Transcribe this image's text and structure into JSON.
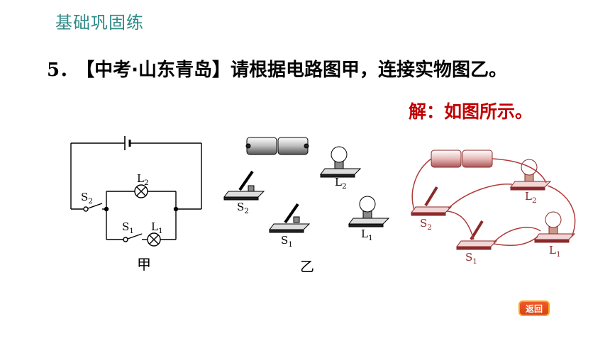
{
  "header": {
    "section_title": "基础巩固练"
  },
  "question": {
    "number": "5．",
    "text": "【中考·山东青岛】请根据电路图甲，连接实物图乙。"
  },
  "answer": {
    "text": "解：如图所示。"
  },
  "figures": {
    "circuit": {
      "caption": "甲",
      "L2": "L2",
      "S2": "S2",
      "S1": "S1",
      "L1": "L1"
    },
    "physical": {
      "caption": "乙",
      "L2": "L2",
      "S2": "S2",
      "S1": "S1",
      "L1": "L1"
    },
    "solution": {
      "L2": "L2",
      "S2": "S2",
      "S1": "S1",
      "L1": "L1"
    }
  },
  "nav": {
    "back_label": "返回"
  },
  "colors": {
    "title": "#2e8a87",
    "answer": "#c00000",
    "wire_solution": "#b03a3a"
  }
}
